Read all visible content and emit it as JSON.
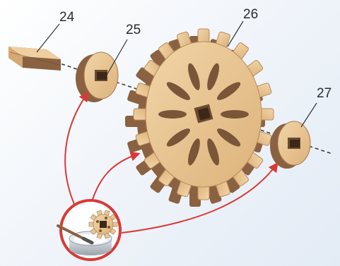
{
  "parts": [
    {
      "label": "24",
      "name": "spacer-block"
    },
    {
      "label": "25",
      "name": "small-washer"
    },
    {
      "label": "26",
      "name": "large-gear"
    },
    {
      "label": "27",
      "name": "end-washer"
    }
  ],
  "colors": {
    "wood_face": "#e9c593",
    "wood_edge": "#8a6141",
    "arrow": "#d93a35",
    "glue_ring": "#d93a35"
  },
  "icons": [
    "glue-pot-icon",
    "glue-brush-icon",
    "small-gear-icon"
  ]
}
